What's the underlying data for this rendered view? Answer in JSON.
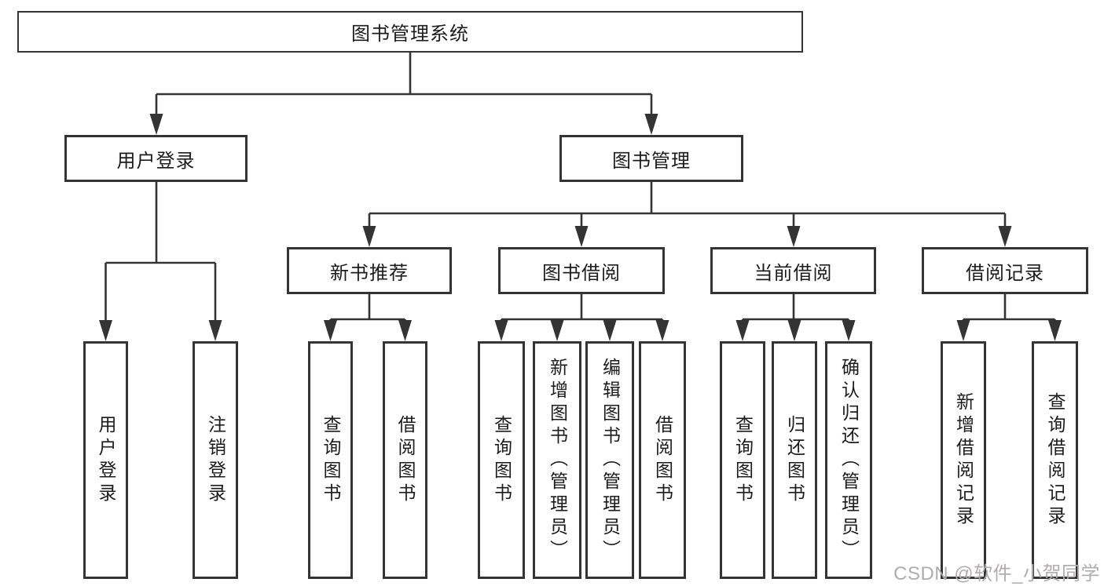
{
  "tree": {
    "root": {
      "label": "图书管理系统"
    },
    "branches": [
      {
        "label": "用户登录",
        "leaves": [
          "用户登录",
          "注销登录"
        ]
      },
      {
        "label": "图书管理",
        "groups": [
          {
            "label": "新书推荐",
            "leaves": [
              "查询图书",
              "借阅图书"
            ]
          },
          {
            "label": "图书借阅",
            "leaves": [
              "查询图书",
              "新增图书（管理员）",
              "编辑图书（管理员）",
              "借阅图书"
            ]
          },
          {
            "label": "当前借阅",
            "leaves": [
              "查询图书",
              "归还图书",
              "确认归还（管理员）"
            ]
          },
          {
            "label": "借阅记录",
            "leaves": [
              "新增借阅记录",
              "查询借阅记录"
            ]
          }
        ]
      }
    ]
  },
  "watermark": "CSDN @软件_小贺同学",
  "colors": {
    "line": "#343434",
    "text": "#1c1c1c",
    "watermark": "#aeacac",
    "background": "#ffffff"
  }
}
